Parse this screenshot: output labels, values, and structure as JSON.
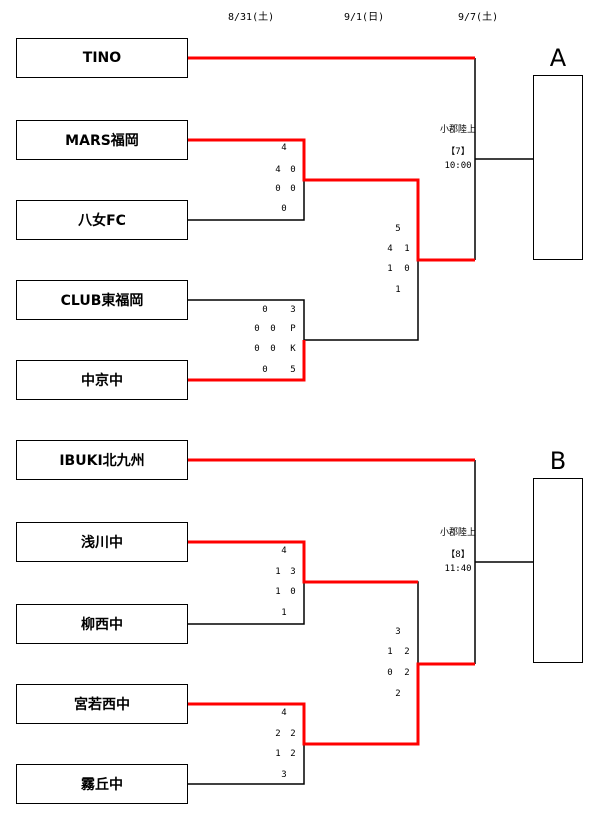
{
  "dates": [
    "8/31(土)",
    "9/1(日)",
    "9/7(土)"
  ],
  "blocks": [
    {
      "letter": "A",
      "teams": [
        "TINO",
        "MARS福岡",
        "八女FC",
        "CLUB東福岡",
        "中京中"
      ],
      "venue": "小郡陸上",
      "match_no": "【7】",
      "time": "10:00",
      "r1a": {
        "top": "4",
        "h1": "4",
        "h2": "0",
        "s1": "0",
        "s2": "0",
        "bottom": "0",
        "winner": "MARS福岡"
      },
      "r1b": {
        "r1": [
          "0",
          "3"
        ],
        "r2": [
          "0",
          "0",
          "P"
        ],
        "r3": [
          "0",
          "0",
          "K"
        ],
        "r4": [
          "0",
          "5"
        ],
        "winner": "中京中"
      },
      "semi": {
        "top": "5",
        "h1": "4",
        "h2": "1",
        "s1": "1",
        "s2": "0",
        "bottom": "1",
        "winner": "MARS福岡"
      }
    },
    {
      "letter": "B",
      "teams": [
        "IBUKI北九州",
        "浅川中",
        "柳西中",
        "宮若西中",
        "霧丘中"
      ],
      "venue": "小郡陸上",
      "match_no": "【8】",
      "time": "11:40",
      "r1a": {
        "top": "4",
        "h1": "1",
        "h2": "3",
        "s1": "1",
        "s2": "0",
        "bottom": "1",
        "winner": "浅川中"
      },
      "r1b": {
        "top": "4",
        "h1": "2",
        "h2": "2",
        "s1": "1",
        "s2": "2",
        "bottom": "3",
        "winner": "宮若西中"
      },
      "semi": {
        "top": "3",
        "h1": "1",
        "h2": "2",
        "s1": "0",
        "s2": "2",
        "bottom": "2",
        "winner": "宮若西中"
      }
    }
  ]
}
